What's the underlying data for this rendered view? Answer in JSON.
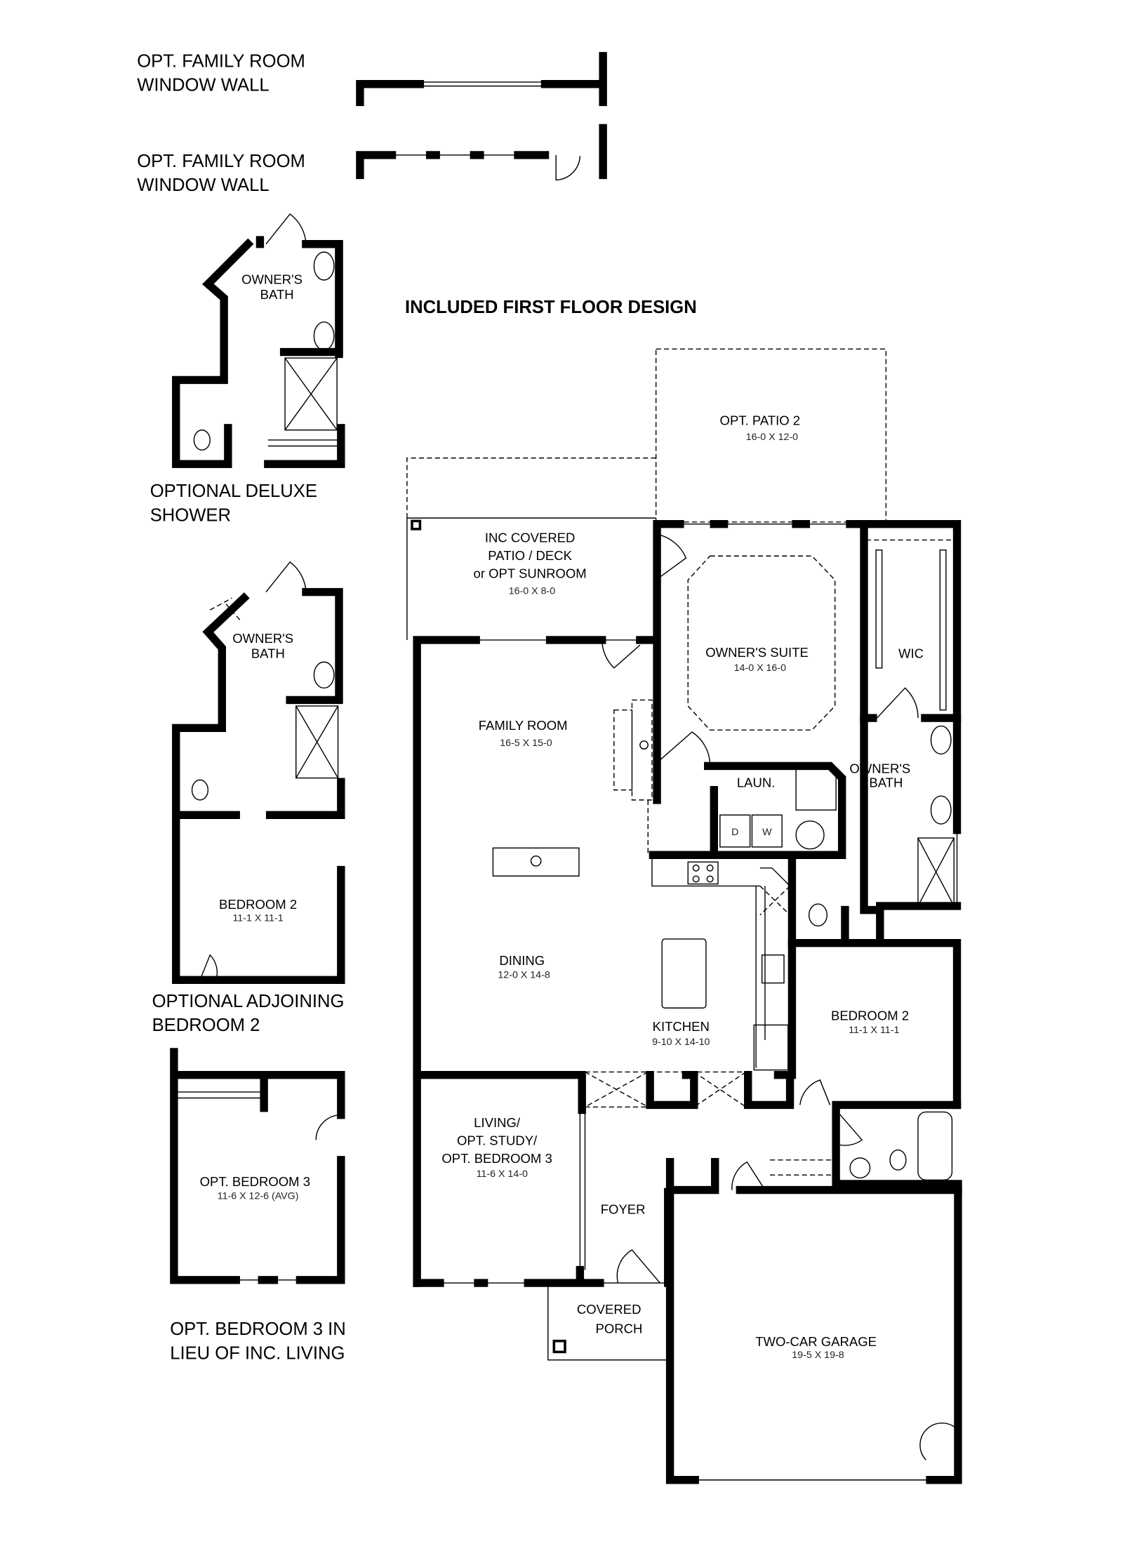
{
  "option_labels": {
    "window_wall_1": [
      "OPT. FAMILY ROOM",
      "WINDOW WALL"
    ],
    "window_wall_2": [
      "OPT. FAMILY ROOM",
      "WINDOW WALL"
    ],
    "deluxe_shower": [
      "OPTIONAL DELUXE",
      "SHOWER"
    ],
    "adjoining_bedroom": [
      "OPTIONAL ADJOINING",
      "BEDROOM 2"
    ],
    "opt_bedroom3": [
      "OPT. BEDROOM 3 IN",
      "LIEU OF INC. LIVING"
    ]
  },
  "title": "INCLUDED FIRST FLOOR DESIGN",
  "rooms": {
    "patio2": {
      "name": "OPT.  PATIO 2",
      "dim": "16-0 X 12-0"
    },
    "covered_patio": {
      "name": [
        "INC COVERED",
        "PATIO / DECK",
        "or OPT SUNROOM"
      ],
      "dim": "16-0 X 8-0"
    },
    "owners_suite": {
      "name": "OWNER'S SUITE",
      "dim": "14-0 X 16-0"
    },
    "wic": {
      "name": "WIC"
    },
    "family_room": {
      "name": "FAMILY ROOM",
      "dim": "16-5 X 15-0"
    },
    "laundry": {
      "name": "LAUN."
    },
    "owners_bath": {
      "name": [
        "OWNER'S",
        "BATH"
      ]
    },
    "dining": {
      "name": "DINING",
      "dim": "12-0 X 14-8"
    },
    "kitchen": {
      "name": "KITCHEN",
      "dim": "9-10 X 14-10"
    },
    "bedroom2": {
      "name": "BEDROOM 2",
      "dim": "11-1 X 11-1"
    },
    "living": {
      "name": [
        "LIVING/",
        "OPT. STUDY/",
        "OPT. BEDROOM 3"
      ],
      "dim": "11-6 X 14-0"
    },
    "foyer": {
      "name": "FOYER"
    },
    "covered_porch": {
      "name": [
        "COVERED",
        "PORCH"
      ]
    },
    "garage": {
      "name": "TWO-CAR GARAGE",
      "dim": "19-5 X 19-8"
    }
  },
  "option_rooms": {
    "deluxe_bath": {
      "name": [
        "OWNER'S",
        "BATH"
      ]
    },
    "adjoining_bath": {
      "name": [
        "OWNER'S",
        "BATH"
      ]
    },
    "adjoining_bedroom2": {
      "name": "BEDROOM 2",
      "dim": "11-1 X 11-1"
    },
    "opt_bedroom3": {
      "name": "OPT. BEDROOM 3",
      "dim": "11-6 X 12-6 (AVG)"
    }
  },
  "appliance_marks": {
    "dryer": "D",
    "washer": "W"
  }
}
